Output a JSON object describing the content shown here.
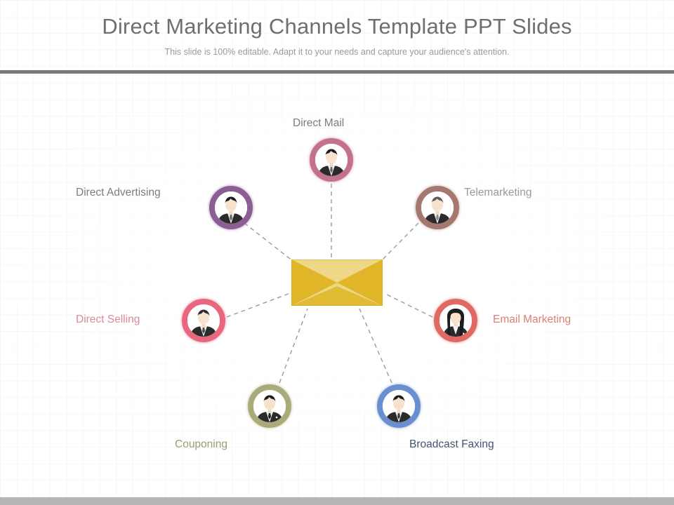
{
  "header": {
    "title": "Direct Marketing Channels Template PPT Slides",
    "subtitle": "This slide is 100% editable. Adapt it to your needs and capture your audience's attention.",
    "title_color": "#6f6f6f",
    "subtitle_color": "#9a9a9a",
    "rule_color": "#7a7a7a"
  },
  "footer": {
    "bar_color": "#b6b6b6"
  },
  "diagram": {
    "center": {
      "name": "envelope-icon",
      "icon": "envelope-icon",
      "fill_light": "#eed888",
      "fill_dark": "#e0b528",
      "border": "#d9ad20"
    },
    "connector_color": "#9a9a9a",
    "connector_style": "dashed",
    "nodes": [
      {
        "key": "direct-mail",
        "label": "Direct Mail",
        "icon": "businessman-avatar-icon",
        "ring_color": "#c4718f",
        "ring_color_inner": "#d9a0b6",
        "label_color": "#7c7c7c",
        "avatar": "male"
      },
      {
        "key": "direct-advertising",
        "label": "Direct Advertising",
        "icon": "businessman-avatar-icon",
        "ring_color": "#8b5f94",
        "ring_color_inner": "#b292b8",
        "label_color": "#7c7c7c",
        "avatar": "male"
      },
      {
        "key": "telemarketing",
        "label": "Telemarketing",
        "icon": "businessman-avatar-icon",
        "ring_color": "#a5776e",
        "ring_color_inner": "#c4a199",
        "label_color": "#9a9a9a",
        "avatar": "male"
      },
      {
        "key": "direct-selling",
        "label": "Direct Selling",
        "icon": "businessman-avatar-icon",
        "ring_color": "#e8677f",
        "ring_color_inner": "#f0a0ae",
        "label_color": "#d98a98",
        "avatar": "male"
      },
      {
        "key": "email-marketing",
        "label": "Email Marketing",
        "icon": "businesswoman-avatar-icon",
        "ring_color": "#e06a62",
        "ring_color_inner": "#ec9d96",
        "label_color": "#d98076",
        "avatar": "female"
      },
      {
        "key": "couponing",
        "label": "Couponing",
        "icon": "businessman-avatar-icon",
        "ring_color": "#a9ab79",
        "ring_color_inner": "#c3c49d",
        "label_color": "#9a9c72",
        "avatar": "male"
      },
      {
        "key": "broadcast-faxing",
        "label": "Broadcast Faxing",
        "icon": "businessman-avatar-icon",
        "ring_color": "#6a8fce",
        "ring_color_inner": "#9db6e0",
        "label_color": "#45536f",
        "avatar": "male"
      }
    ]
  }
}
